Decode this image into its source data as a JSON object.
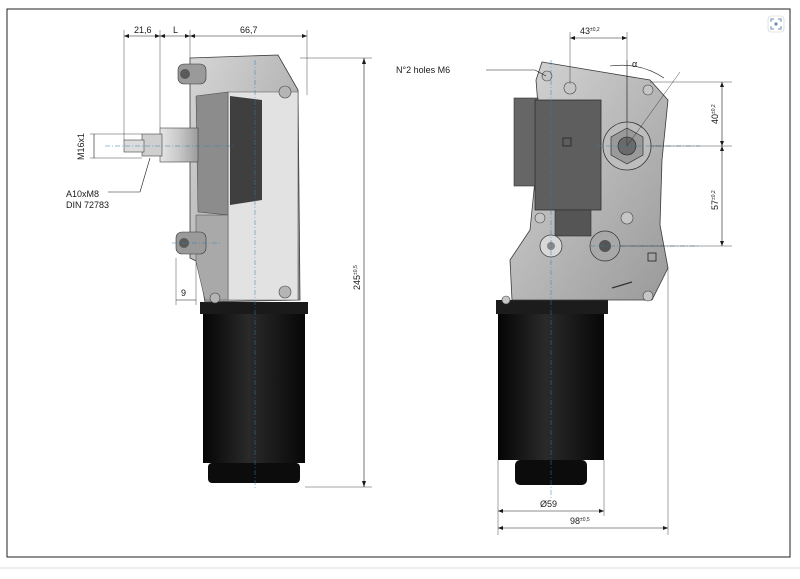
{
  "dimensions": {
    "d_21_6": "21,6",
    "d_L": "L",
    "d_66_7": "66,7",
    "d_M16x1": "M16x1",
    "d_9": "9",
    "d_245": "245",
    "d_245_tol": "±0,5",
    "d_43": "43",
    "d_43_tol": "±0,2",
    "d_alpha": "α",
    "d_40": "40",
    "d_40_tol": "±0,2",
    "d_57": "57",
    "d_57_tol": "±0,2",
    "d_phi59": "Ø59",
    "d_98": "98",
    "d_98_tol": "±0,5"
  },
  "callouts": {
    "shaft_line1": "A10xM8",
    "shaft_line2": "DIN 72783",
    "holes": "N°2 holes M6"
  },
  "icons": {
    "corner_icon": "fullscreen-icon"
  },
  "colors": {
    "housing": "#bdbdbd",
    "housing_dark": "#7a7a7a",
    "motor": "#141414",
    "centerline": "#2f7fb0",
    "frame": "#222222"
  }
}
